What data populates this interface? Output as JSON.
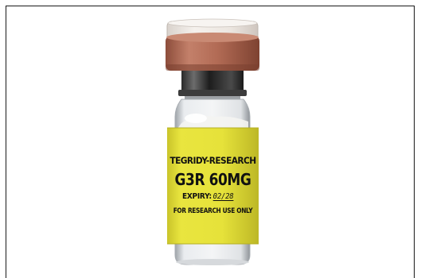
{
  "vial": {
    "brand": "TEGRIDY-RESEARCH",
    "product": "G3R 60MG",
    "expiry_label": "EXPIRY:",
    "expiry_date": "02/28",
    "notice": "FOR RESEARCH USE ONLY"
  },
  "colors": {
    "label_yellow": "#e6e23a",
    "cap_copper": "#b7705a",
    "background": "#ffffff"
  }
}
